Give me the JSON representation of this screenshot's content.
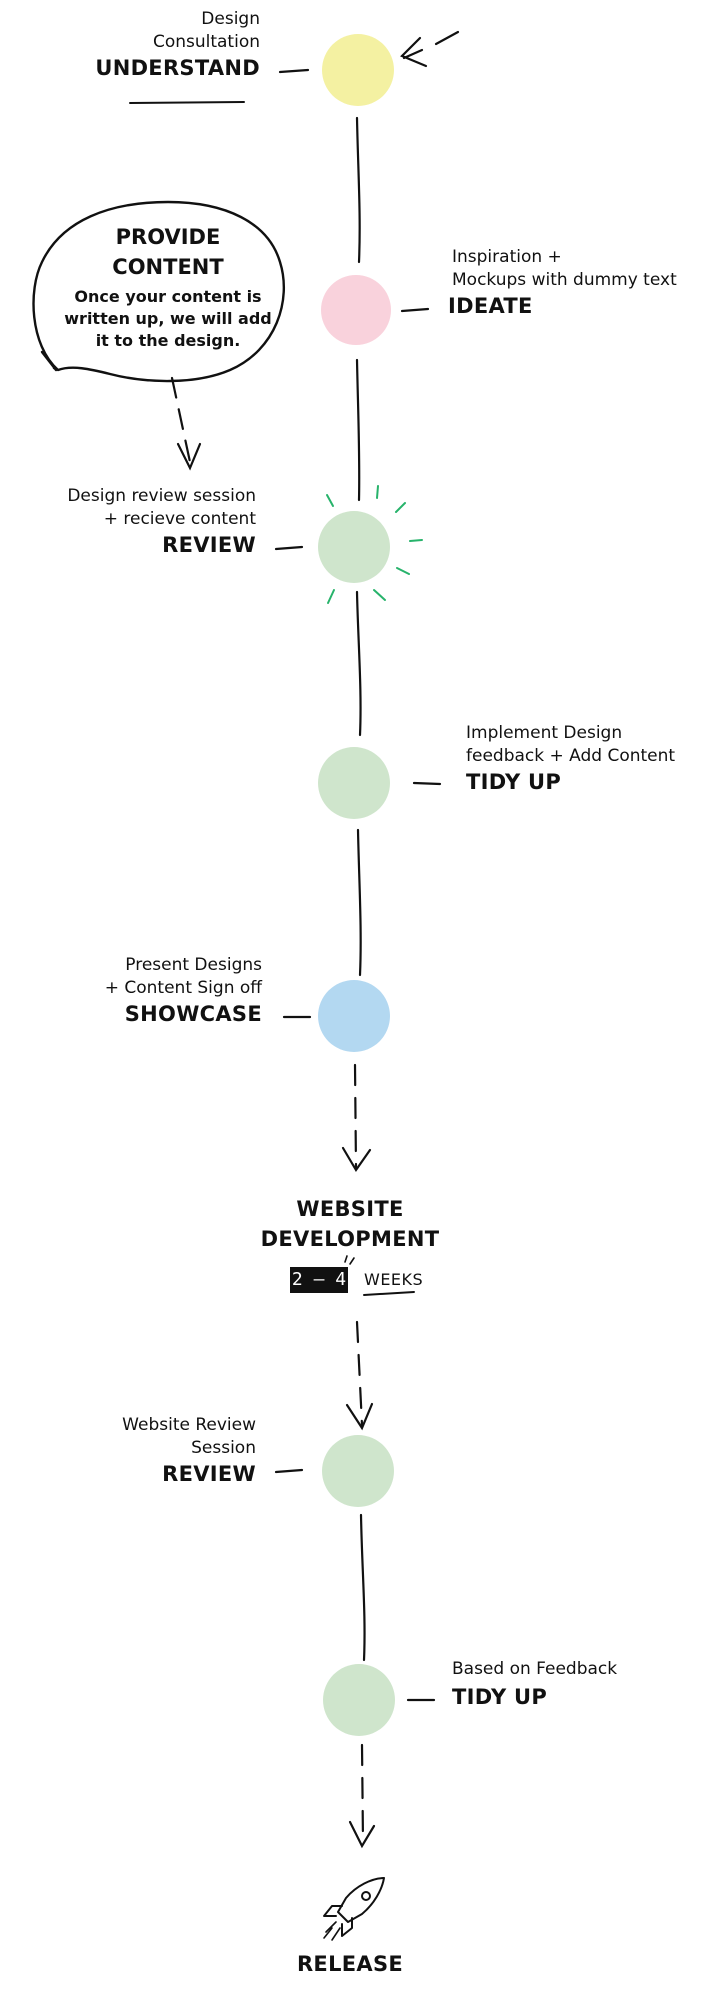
{
  "colors": {
    "understand": "#f4f1a2",
    "ideate": "#f9d2dc",
    "review": "#cfe5cc",
    "tidy_up": "#cfe5cc",
    "showcase": "#b3d8f1",
    "sparkle": "#27b36b",
    "ink": "#111111"
  },
  "steps": [
    {
      "sub": "Design\nConsultation",
      "title": "UNDERSTAND"
    },
    {
      "sub": "Inspiration +\nMockups with dummy text",
      "title": "IDEATE"
    },
    {
      "sub": "Design review session\n+ recieve content",
      "title": "REVIEW"
    },
    {
      "sub": "Implement Design\nfeedback + Add Content",
      "title": "TIDY UP"
    },
    {
      "sub": "Present Designs\n+ Content Sign off",
      "title": "SHOWCASE"
    },
    {
      "sub": "Website Review\nSession",
      "title": "REVIEW"
    },
    {
      "sub": "Based on Feedback",
      "title": "TIDY UP"
    }
  ],
  "bubble": {
    "title": "PROVIDE\nCONTENT",
    "body": "Once your content is\nwritten up, we will add\nit to the design."
  },
  "development": {
    "title": "WEBSITE\nDEVELOPMENT",
    "duration": "2 – 4",
    "unit": "WEEKS"
  },
  "release": {
    "title": "RELEASE",
    "icon": "rocket-icon"
  }
}
